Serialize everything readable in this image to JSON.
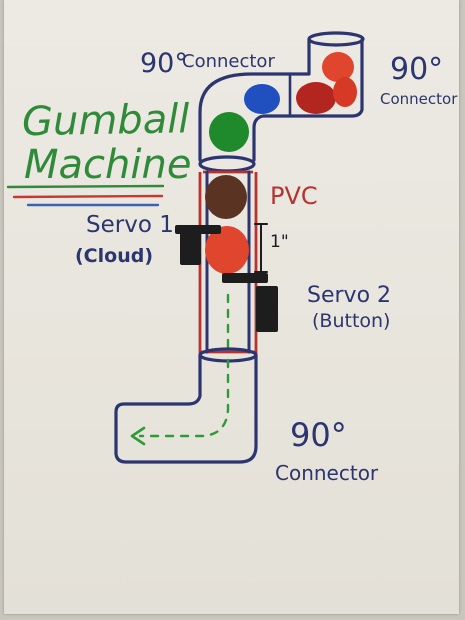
{
  "title": {
    "line1": "Gumball",
    "line2": "Machine"
  },
  "labels": {
    "connector_top_left_deg": "90°",
    "connector_top_left_word": "Connector",
    "connector_top_right_deg": "90°",
    "connector_top_right_word": "Connector",
    "pvc": "PVC",
    "gap": "1\"",
    "servo1_name": "Servo 1",
    "servo1_role": "(Cloud)",
    "servo2_name": "Servo 2",
    "servo2_role": "(Button)",
    "connector_bottom_deg": "90°",
    "connector_bottom_word": "Connector"
  },
  "colors": {
    "title_green": "#2f8a3a",
    "underline_green": "#2f8a3a",
    "underline_red": "#c63a32",
    "underline_blue": "#3b62b8",
    "ink_navy": "#2c3570",
    "pvc_red": "#b8322e",
    "gum_red": "#e0452d",
    "gum_dark_red": "#b3261f",
    "gum_blue": "#2050c0",
    "gum_green": "#1f8a2c",
    "gum_brown": "#5a3323",
    "servo_black": "#1d1d1d",
    "arrow_green": "#2e9a38"
  }
}
